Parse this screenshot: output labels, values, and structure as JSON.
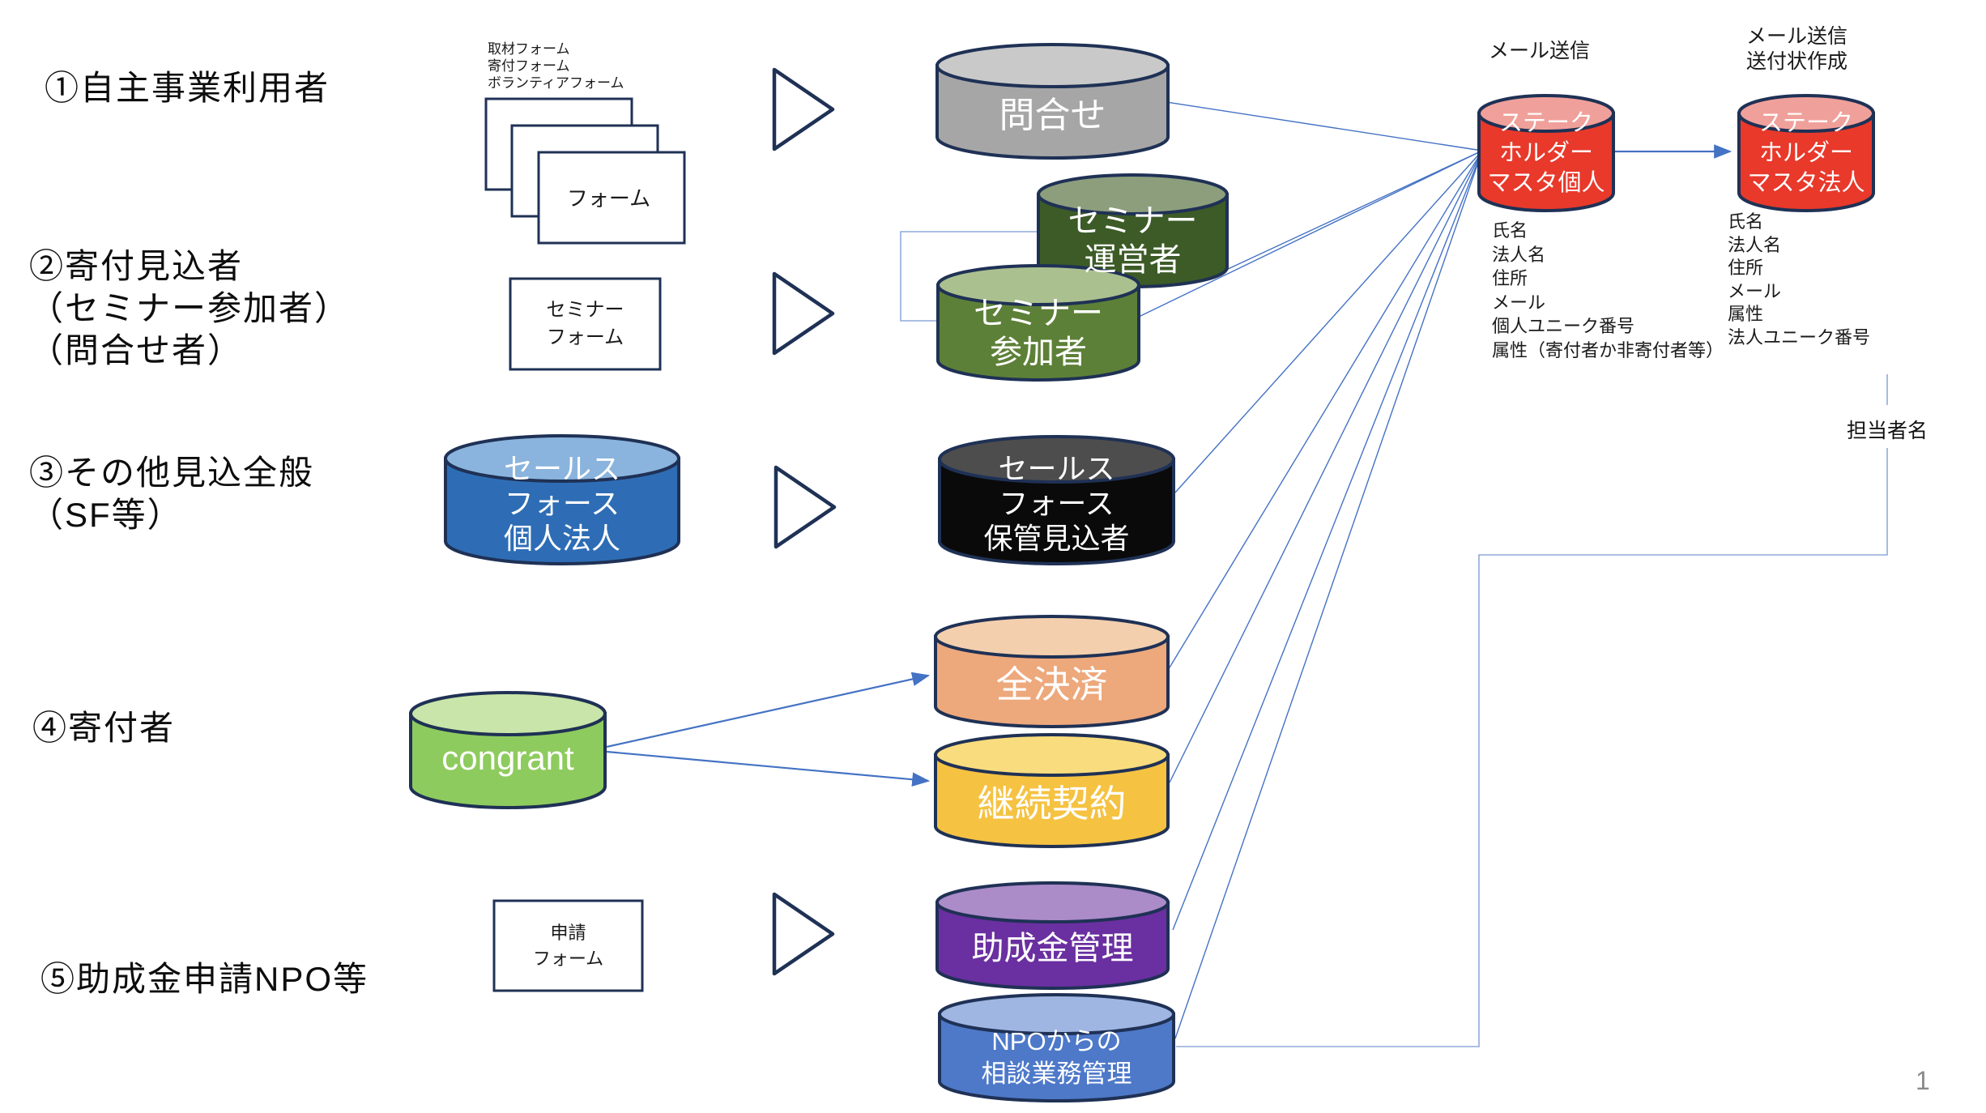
{
  "slide": {
    "page_number": "1"
  },
  "left_labels": {
    "row1": "①自主事業利用者",
    "row2": "②寄付見込者\n（セミナー参加者）\n（問合せ者）",
    "row3": "③その他見込全般\n（SF等）",
    "row4": "④寄付者",
    "row5": "⑤助成金申請NPO等"
  },
  "forms": {
    "stack_caption": "取材フォーム\n寄付フォーム\nボランティアフォーム",
    "stack_front_label": "フォーム",
    "seminar_form_label": "セミナー\nフォーム",
    "application_form_label": "申請\nフォーム"
  },
  "cylinders": {
    "inquiry": "問合せ",
    "seminar_operator": "セミナー\n運営者",
    "seminar_participant": "セミナー\n参加者",
    "salesforce_individual_corporate": "セールス\nフォース\n個人法人",
    "salesforce_stored_prospects": "セールス\nフォース\n保管見込者",
    "congrant": "congrant",
    "all_payments": "全決済",
    "recurring_contracts": "継続契約",
    "grant_management": "助成金管理",
    "npo_consulting": "NPOからの\n相談業務管理",
    "stakeholder_master_individual": "ステーク\nホルダー\nマスタ個人",
    "stakeholder_master_corporate": "ステーク\nホルダー\nマスタ法人"
  },
  "stakeholder": {
    "mail_send": "メール送信",
    "mail_send_cover_letter": "メール送信\n送付状作成",
    "individual_attributes": "氏名\n法人名\n住所\nメール\n個人ユニーク番号\n属性（寄付者か非寄付者等）",
    "corporate_attributes": "氏名\n法人名\n住所\nメール\n属性\n法人ユニーク番号",
    "contact_person_label": "担当者名"
  },
  "colors": {
    "outline_navy": "#1f3155",
    "connector_blue": "#4472c4",
    "connector_light_blue": "#8faadc",
    "inquiry_body": "#a6a6a6",
    "inquiry_top": "#c9c9c9",
    "seminar_operator_body": "#3c5b27",
    "seminar_operator_top": "#8d9e7d",
    "seminar_participant_body": "#5d8038",
    "seminar_participant_top": "#abc08f",
    "salesforce_individual_body": "#2e6db5",
    "salesforce_individual_top": "#8ab4dd",
    "salesforce_prospects_body": "#0a0a0a",
    "salesforce_prospects_top": "#4d4d4d",
    "congrant_body": "#8ecb5e",
    "congrant_top": "#c9e5a9",
    "all_payments_body": "#eda87c",
    "all_payments_top": "#f3cfae",
    "recurring_body": "#f5c242",
    "recurring_top": "#f9dc7d",
    "grant_body": "#6a2fa0",
    "grant_top": "#ab8bc8",
    "npo_body": "#4e79c9",
    "npo_top": "#9fb5e2",
    "stakeholder_body": "#e8392b",
    "stakeholder_top": "#f0a09a"
  }
}
